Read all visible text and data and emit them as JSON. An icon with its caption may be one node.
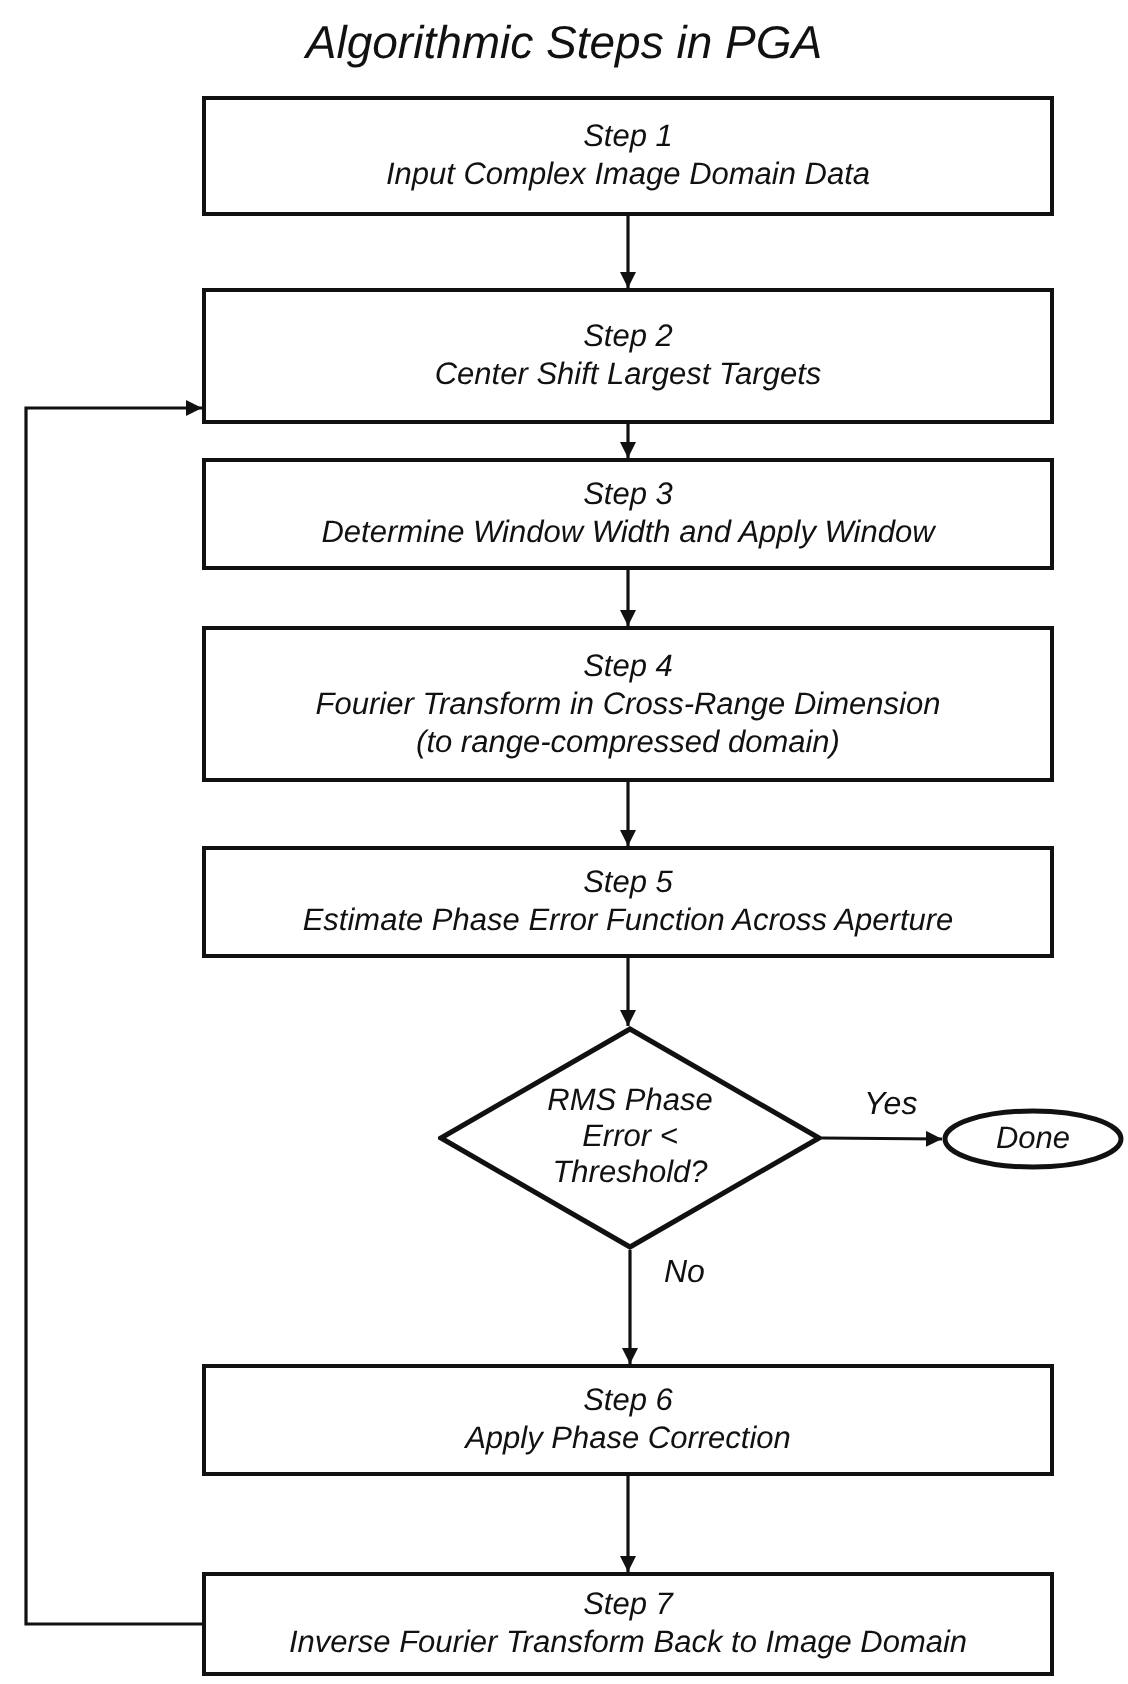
{
  "diagram": {
    "title": "Algorithmic Steps in PGA",
    "nodes": [
      {
        "text": [
          "Step 1",
          "Input Complex Image Domain Data"
        ]
      },
      {
        "text": [
          "Step 2",
          "Center Shift Largest Targets"
        ]
      },
      {
        "text": [
          "Step 3",
          "Determine Window Width and Apply Window"
        ]
      },
      {
        "text": [
          "Step 4",
          "Fourier Transform in Cross-Range Dimension",
          "(to range-compressed domain)"
        ]
      },
      {
        "text": [
          "Step 5",
          "Estimate Phase Error Function Across Aperture"
        ]
      },
      {
        "text": [
          "RMS Phase Error < Threshold?"
        ]
      },
      {
        "text": [
          "Done"
        ]
      },
      {
        "text": [
          "Step 6",
          "Apply Phase Correction"
        ]
      },
      {
        "text": [
          "Step 7",
          "Inverse Fourier Transform Back to Image Domain"
        ]
      }
    ],
    "edges": [
      {
        "from": 0,
        "to": 1,
        "arrow": "to"
      },
      {
        "from": 1,
        "to": 2,
        "arrow": "to"
      },
      {
        "from": 2,
        "to": 3,
        "arrow": "to"
      },
      {
        "from": 3,
        "to": 4,
        "arrow": "to"
      },
      {
        "from": 4,
        "to": 5,
        "arrow": "to"
      },
      {
        "from": 5,
        "to": 6,
        "arrow": "to",
        "label": "Yes"
      },
      {
        "from": 5,
        "to": 7,
        "arrow": "to",
        "label": "No"
      },
      {
        "from": 7,
        "to": 8,
        "arrow": "to"
      },
      {
        "from": 8,
        "to": 1,
        "arrow": "to"
      }
    ]
  }
}
